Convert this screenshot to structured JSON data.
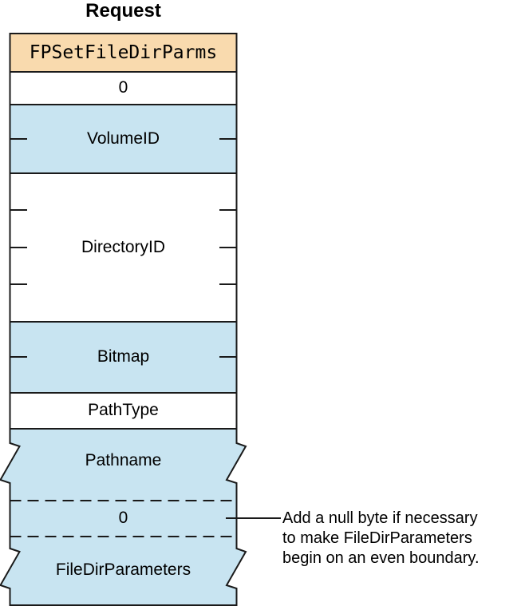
{
  "title": "Request",
  "colors": {
    "command_fill": "#F9DAAE",
    "field_fill": "#C8E4F1",
    "white_fill": "#FFFFFF",
    "line": "#1A1A1A"
  },
  "fields": [
    {
      "label": "FPSetFileDirParms",
      "style": "command"
    },
    {
      "label": "0",
      "style": "white"
    },
    {
      "label": "VolumeID",
      "style": "blue"
    },
    {
      "label": "DirectoryID",
      "style": "white"
    },
    {
      "label": "Bitmap",
      "style": "blue"
    },
    {
      "label": "PathType",
      "style": "white"
    },
    {
      "label": "Pathname",
      "style": "blue-torn"
    },
    {
      "label": "0",
      "style": "blue-dashed"
    },
    {
      "label": "FileDirParameters",
      "style": "blue-torn"
    }
  ],
  "annotation": {
    "lines": [
      "Add a null byte if necessary",
      "to make FileDirParameters",
      "begin on an even boundary."
    ]
  }
}
